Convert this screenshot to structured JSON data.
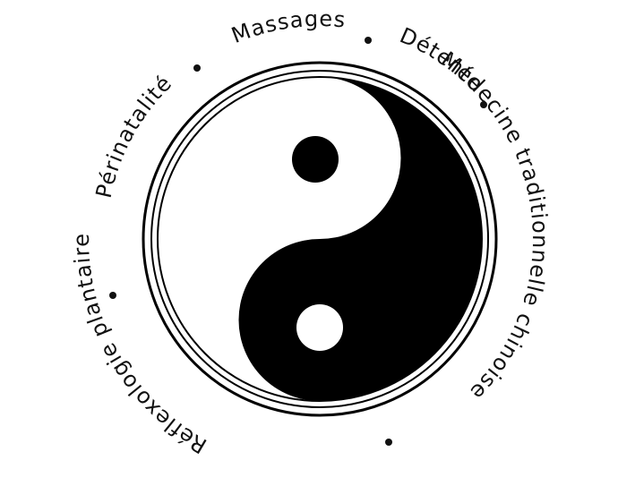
{
  "colors": {
    "background": "#ffffff",
    "ink": "#000000",
    "light": "#ffffff"
  },
  "labels": {
    "massages": "Massages",
    "detente": "Détente",
    "medecine": "Médecine traditionnelle chinoise",
    "reflexologie": "Réflexologie plantaire",
    "perinatalite": "Périnatalité"
  },
  "symbol": {
    "name": "yin-yang",
    "separator": "dot"
  }
}
